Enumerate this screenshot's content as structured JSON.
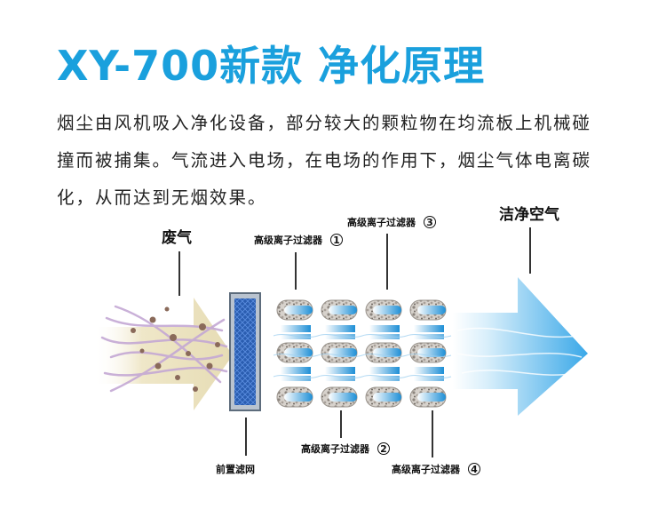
{
  "title": "XY-700新款 净化原理",
  "description": [
    "烟尘由风机吸入净化设备，部分较大的颗粒物在均流板上机械碰",
    "撞而被捕集。气流进入电场，在电场的作用下，烟尘气体电离碳",
    "化，从而达到无烟效果。"
  ],
  "diagram": {
    "waste_gas": "废气",
    "clean_air": "洁净空气",
    "pre_filter": "前置滤网",
    "filter_1": "高级离子过滤器",
    "filter_2": "高级离子过滤器",
    "filter_3": "高级离子过滤器",
    "filter_4": "高级离子过滤器",
    "num_1": "1",
    "num_2": "2",
    "num_3": "3",
    "num_4": "4"
  },
  "colors": {
    "accent": "#1aa0dd",
    "smoke": "#c4a8d4",
    "particle": "#8a6a5a",
    "prefilter": "#2a5db0"
  }
}
